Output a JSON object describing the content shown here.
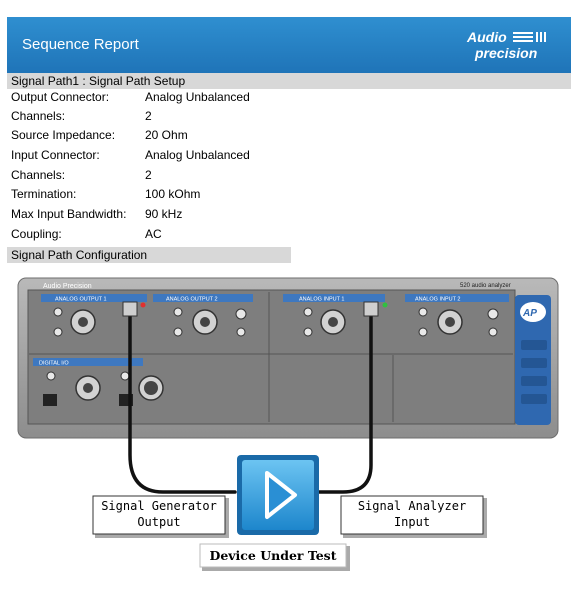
{
  "header": {
    "title": "Sequence Report",
    "logo_text": [
      "Audio",
      "precision"
    ]
  },
  "signal_path": {
    "section_title": "Signal Path1 : Signal Path Setup",
    "rows": [
      {
        "label": "Output Connector:",
        "value": "Analog Unbalanced"
      },
      {
        "label": "Channels:",
        "value": "2"
      },
      {
        "label": "Source Impedance:",
        "value": "20 Ohm"
      },
      {
        "label": "Input Connector:",
        "value": "Analog Unbalanced"
      },
      {
        "label": "Channels:",
        "value": "2"
      },
      {
        "label": "Termination:",
        "value": "100 kOhm"
      },
      {
        "label": "Max Input Bandwidth:",
        "value": "90 kHz"
      },
      {
        "label": "Coupling:",
        "value": "AC"
      }
    ]
  },
  "configuration": {
    "section_title": "Signal Path Configuration",
    "instrument": {
      "brand": "Audio Precision",
      "model": "520 audio analyzer",
      "panels": [
        "ANALOG OUTPUT 1",
        "ANALOG OUTPUT 2",
        "ANALOG INPUT 1",
        "ANALOG INPUT 2",
        "DIGITAL I/O"
      ],
      "badge": "AP"
    },
    "generator_label": [
      "Signal Generator",
      "Output"
    ],
    "analyzer_label": [
      "Signal Analyzer",
      "Input"
    ],
    "dut_label": "Device Under Test"
  },
  "colors": {
    "header": "#1f74b8",
    "section_bar": "#d8d8d8",
    "dut_box": "#2f9fe0"
  }
}
